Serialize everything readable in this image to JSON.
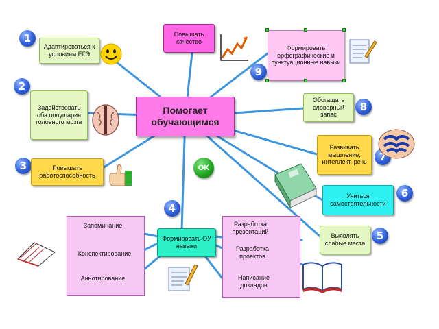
{
  "center_label": "Помогает обучающимся",
  "ok_label": "OK",
  "items": [
    {
      "num": "1",
      "label": "Адаптироваться к условиям ЕГЭ"
    },
    {
      "num": "2",
      "label": "Задействовать оба полушария головного мозга"
    },
    {
      "num": "3",
      "label": "Повышать работоспособность"
    },
    {
      "num": "4",
      "label": "Формировать ОУ навыки"
    },
    {
      "num": "5",
      "label": "Выявлять слабые места"
    },
    {
      "num": "6",
      "label": "Учиться самостоятельности"
    },
    {
      "num": "7",
      "label": "Развивать мышление, интеллект, речь"
    },
    {
      "num": "8",
      "label": "Обогащать словарный запас"
    },
    {
      "num": "9",
      "label": "Формировать орфографические и пунктуационные навыки"
    }
  ],
  "top_label": "Повышать качество",
  "left_skills": [
    "Запоминание",
    "Конспектирование",
    "Аннотирование"
  ],
  "right_skills": [
    "Разработка презентаций",
    "Разработка проектов",
    "Написание докладов"
  ],
  "colors": {
    "link": "#3d95dd",
    "center": "#ff7be9",
    "badge": "#2f5fd8"
  }
}
